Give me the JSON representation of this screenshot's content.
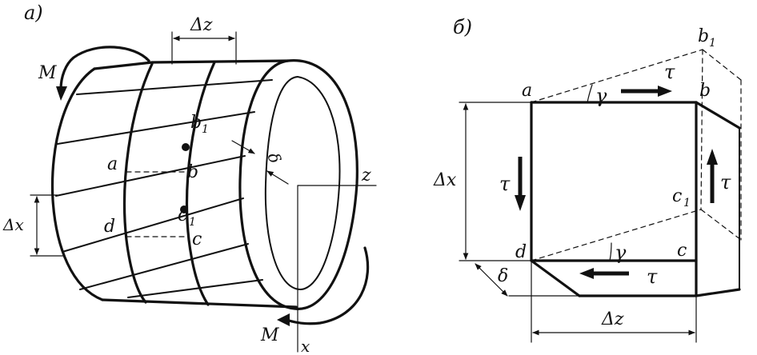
{
  "panel_a": {
    "tag": "а)",
    "labels": {
      "delta_z": "Δz",
      "delta_x": "Δx",
      "moment_top": "M",
      "moment_bottom": "M",
      "a": "a",
      "b": "b",
      "b1": "b",
      "b1_sub": "1",
      "c": "c",
      "c1": "c",
      "c1_sub": "1",
      "d": "d",
      "delta": "δ",
      "z": "z",
      "x": "x"
    }
  },
  "panel_b": {
    "tag": "б)",
    "labels": {
      "a": "a",
      "b": "b",
      "b1": "b",
      "b1_sub": "1",
      "c": "c",
      "c1": "c",
      "c1_sub": "1",
      "d": "d",
      "gamma_top": "γ",
      "gamma_bottom": "γ",
      "tau_top": "τ",
      "tau_left": "τ",
      "tau_right": "τ",
      "tau_bottom": "τ",
      "delta_x": "Δx",
      "delta_z": "Δz",
      "delta": "δ"
    }
  }
}
